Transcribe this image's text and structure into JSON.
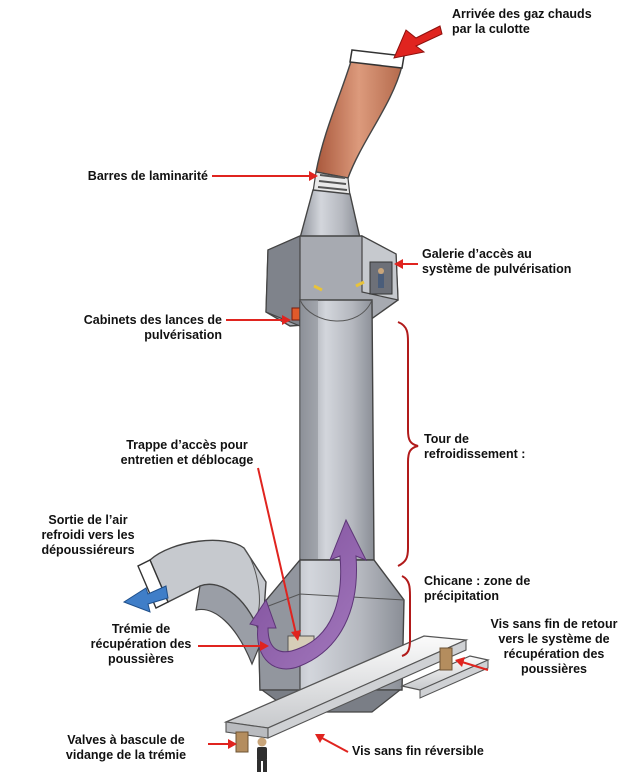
{
  "labels": {
    "hot_gas_inlet": [
      "Arrivée des gaz chauds",
      "par la culotte"
    ],
    "laminarity_bars": [
      "Barres de laminarité"
    ],
    "access_gallery": [
      "Galerie d’accès au",
      "système de pulvérisation"
    ],
    "lance_cabinets": [
      "Cabinets des lances de",
      "pulvérisation"
    ],
    "access_hatch": [
      "Trappe d’accès pour",
      "entretien et déblocage"
    ],
    "cooling_tower": [
      "Tour de",
      "refroidissement :"
    ],
    "cooled_air_outlet": [
      "Sortie de l’air",
      "refroidi vers les",
      "dépoussiéreurs"
    ],
    "baffle": [
      "Chicane : zone de",
      "précipitation"
    ],
    "dust_hopper": [
      "Trémie de",
      "récupération des",
      "poussières"
    ],
    "return_screw": [
      "Vis sans fin de retour",
      "vers le système de",
      "récupération des",
      "poussières"
    ],
    "tipping_valves": [
      "Valves à bascule de",
      "vidange de la trémie"
    ],
    "reversible_screw": [
      "Vis sans fin réversible"
    ]
  },
  "colors": {
    "annotation_arrow": "#e0241f",
    "flow_arrow": "#8e5aa8",
    "outlet_arrow": "#3f7ec8",
    "inlet_duct": "#c98162",
    "tower_body": "#b9bcc3",
    "brace": "#b11a1a"
  },
  "icons": [
    "inlet-arrow-icon",
    "outlet-arrow-icon",
    "flow-arrow-icon",
    "operator-figure-icon"
  ]
}
